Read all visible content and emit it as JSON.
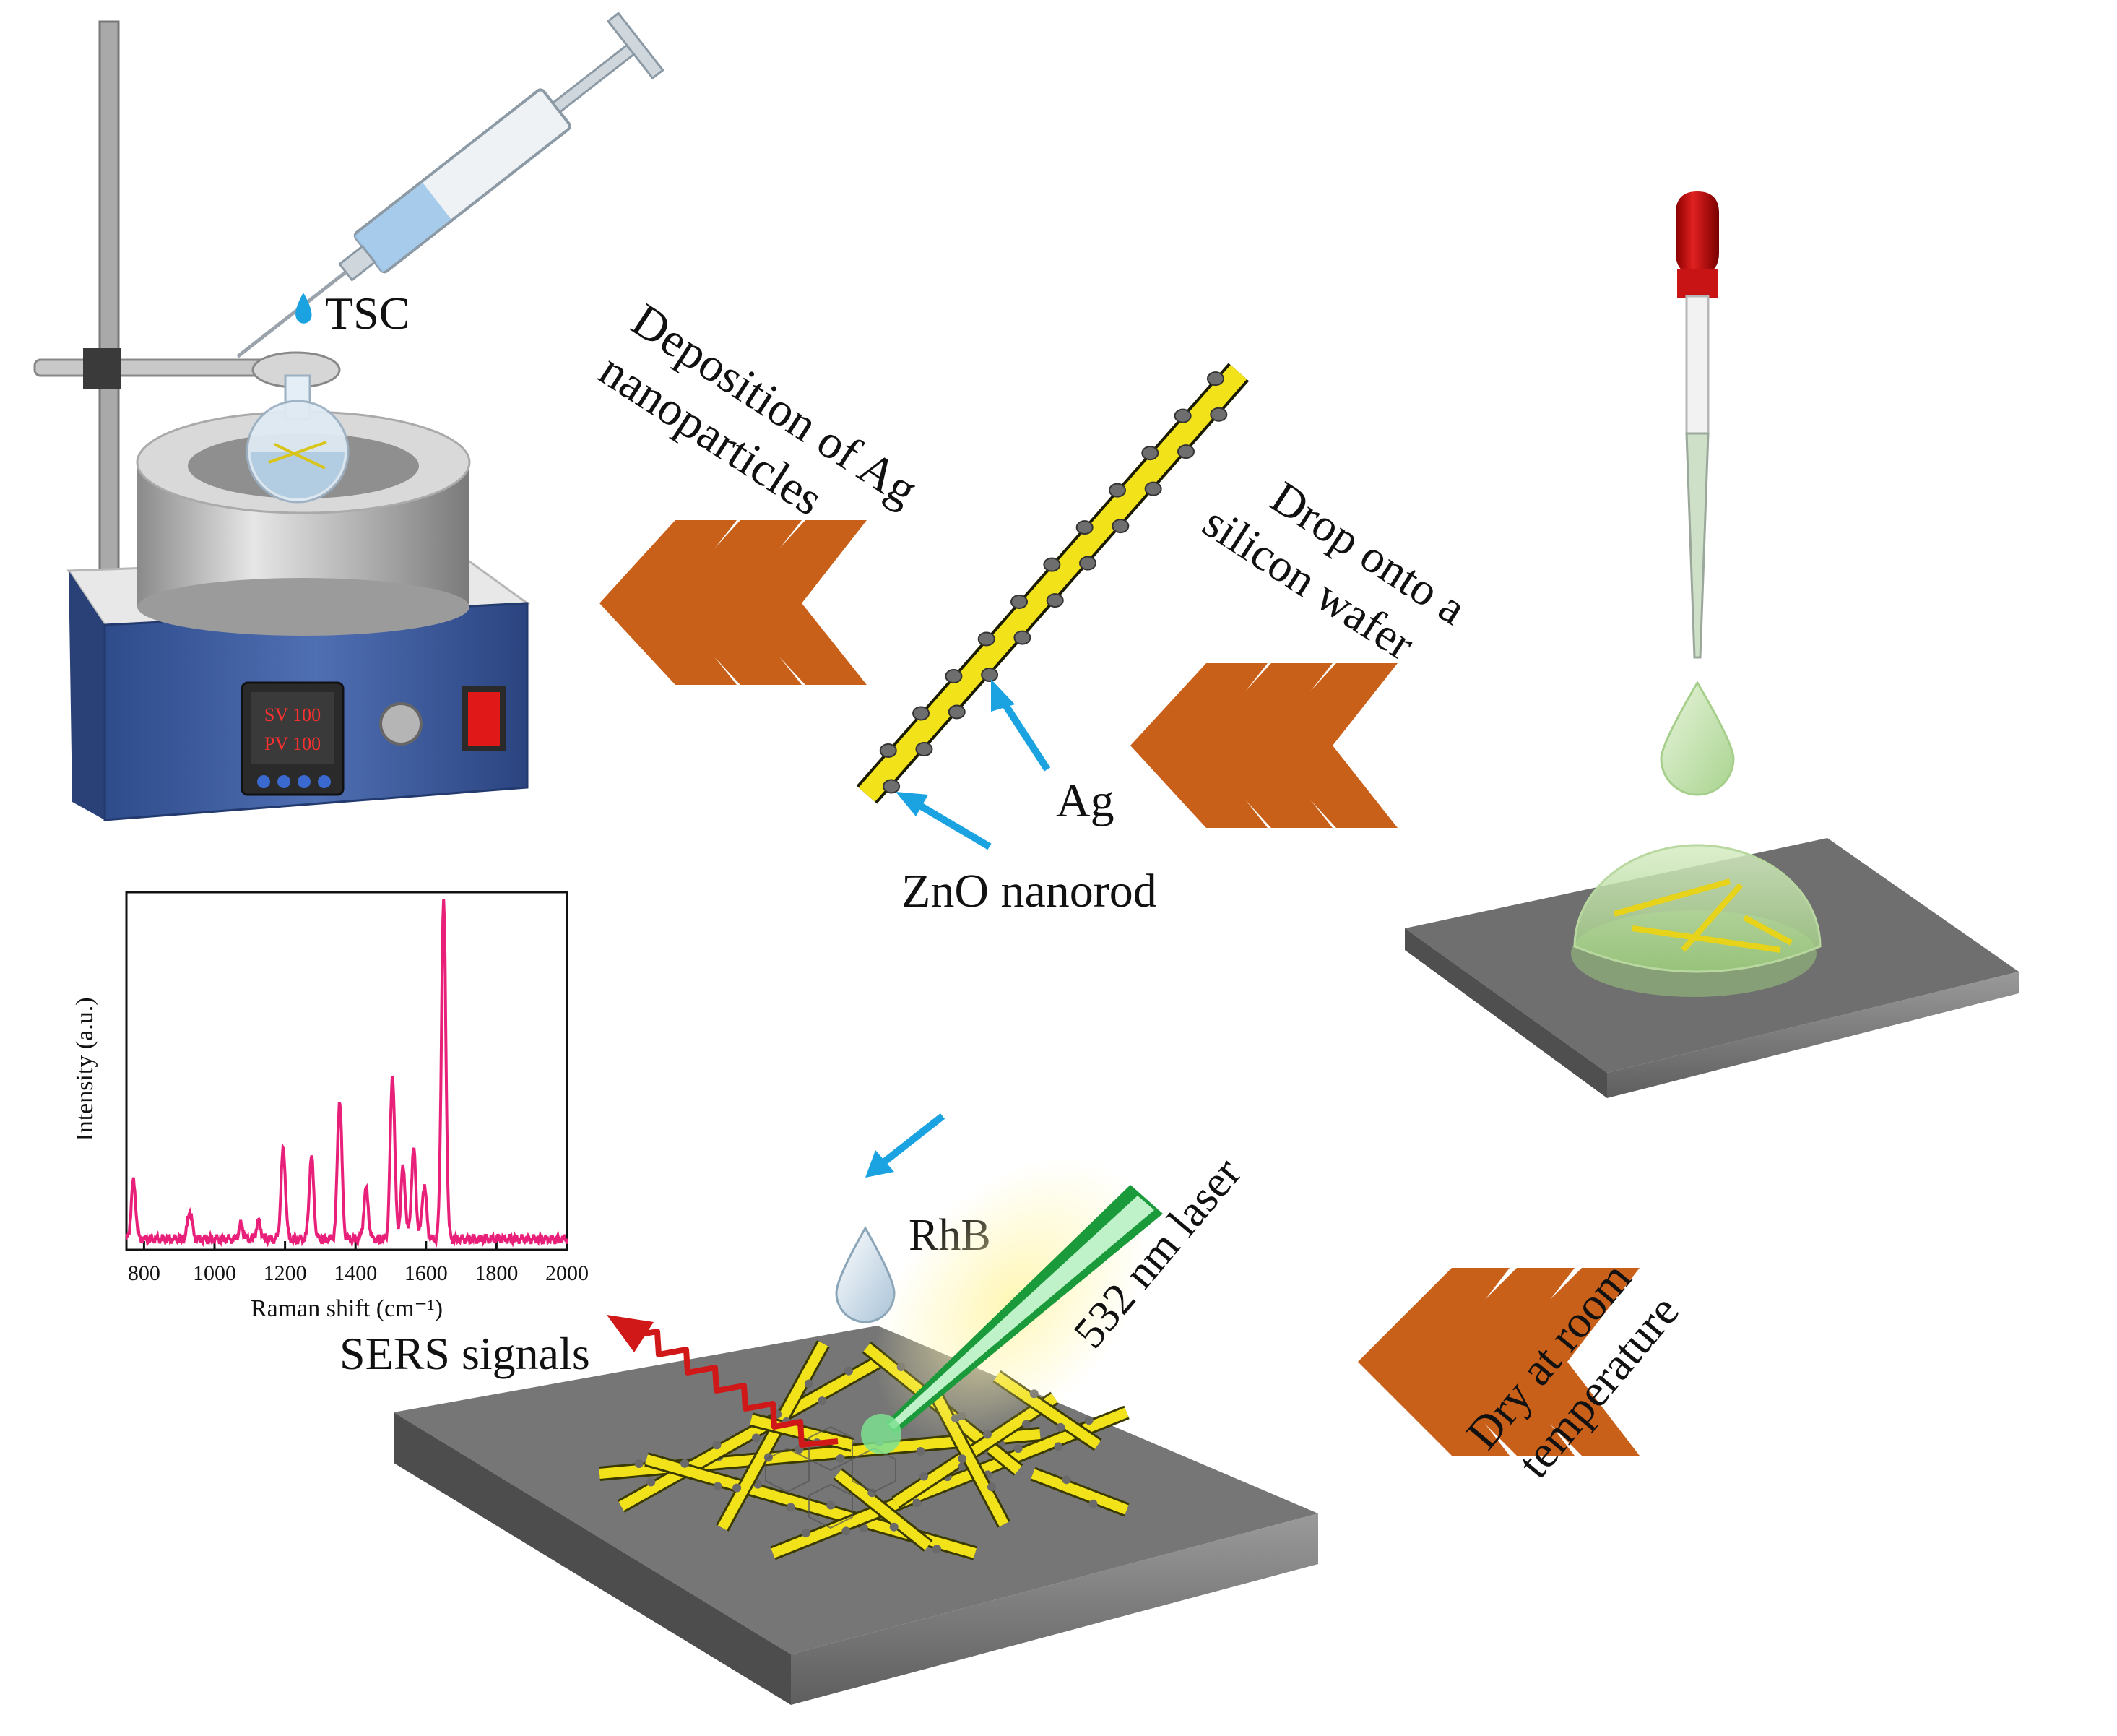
{
  "labels": {
    "tsc": "TSC",
    "deposition": [
      "Deposition of Ag",
      "nanoparticles"
    ],
    "drop": [
      "Drop onto a",
      "silicon wafer"
    ],
    "dry": [
      "Dry at room",
      "temperature"
    ],
    "ag": "Ag",
    "zno": "ZnO nanorod",
    "rhb": "RhB",
    "laser": "532 nm laser",
    "sers": "SERS signals"
  },
  "display": {
    "sv": "SV 100",
    "pv": "PV 100"
  },
  "colors": {
    "arrow": "#c8601a",
    "spectrum": "#e8207a",
    "nanorod": "#f2e21a",
    "pointer": "#1aa3e0",
    "laser": "#1a9a3a",
    "signal": "#d01818"
  },
  "chart_data": {
    "type": "line",
    "xlabel": "Raman shift (cm⁻¹)",
    "ylabel": "Intensity (a.u.)",
    "xlim": [
      750,
      2000
    ],
    "xticks": [
      800,
      1000,
      1200,
      1400,
      1600,
      1800,
      2000
    ],
    "peaks": [
      {
        "x": 770,
        "h": 0.16
      },
      {
        "x": 930,
        "h": 0.08
      },
      {
        "x": 1075,
        "h": 0.04
      },
      {
        "x": 1125,
        "h": 0.05
      },
      {
        "x": 1195,
        "h": 0.25
      },
      {
        "x": 1275,
        "h": 0.23
      },
      {
        "x": 1355,
        "h": 0.39
      },
      {
        "x": 1430,
        "h": 0.14
      },
      {
        "x": 1505,
        "h": 0.46
      },
      {
        "x": 1535,
        "h": 0.2
      },
      {
        "x": 1565,
        "h": 0.25
      },
      {
        "x": 1595,
        "h": 0.15
      },
      {
        "x": 1650,
        "h": 0.94
      }
    ],
    "baseline": 0.03,
    "grid": false
  }
}
